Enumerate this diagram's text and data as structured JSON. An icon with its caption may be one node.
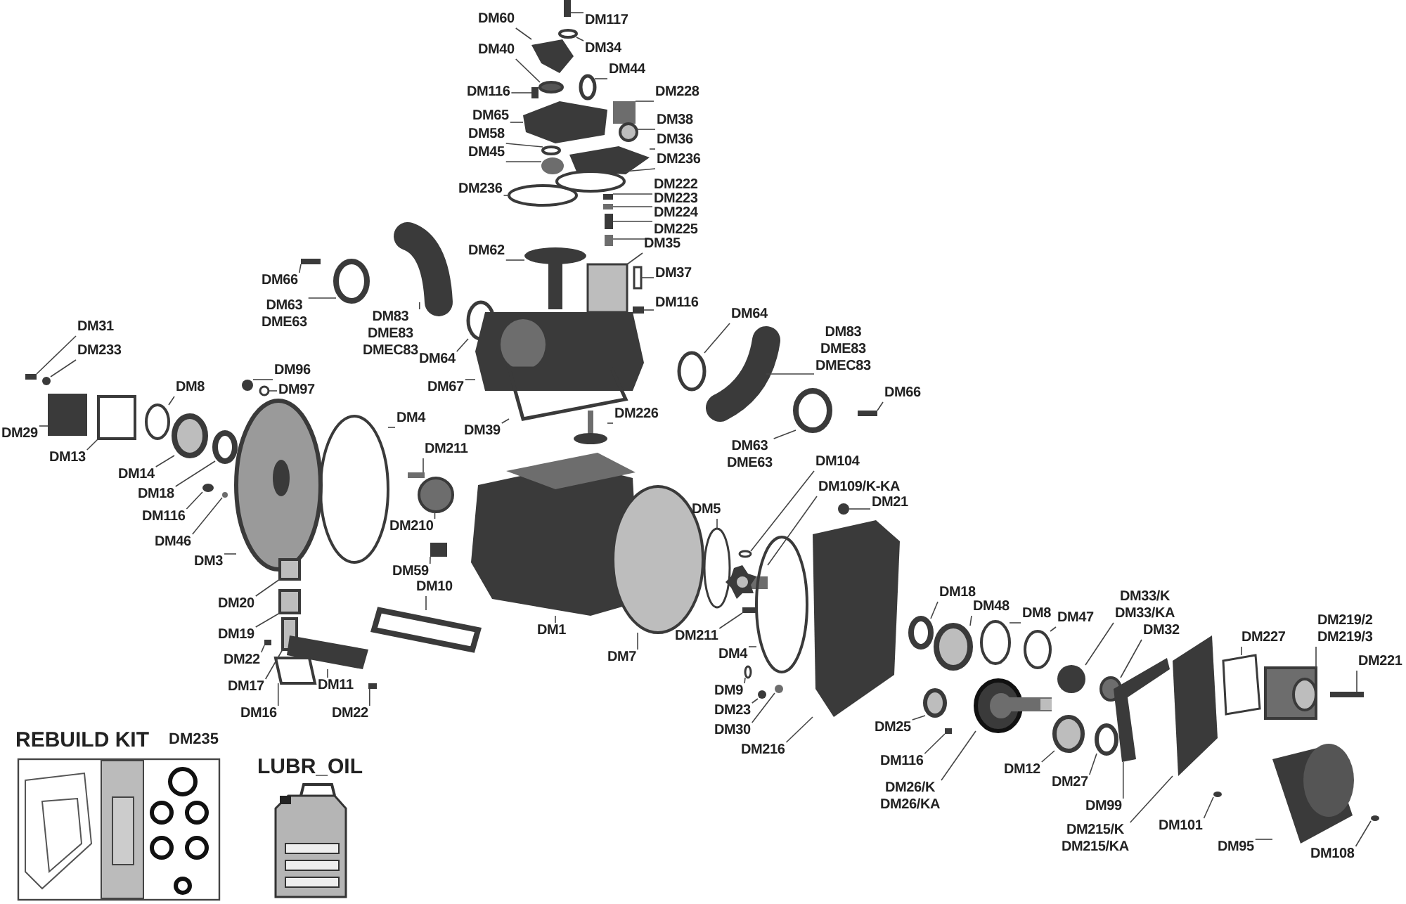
{
  "diagram": {
    "nodes": [
      {
        "text": [
          "DM117"
        ]
      },
      {
        "text": [
          "DM60"
        ]
      },
      {
        "text": [
          "DM34"
        ]
      },
      {
        "text": [
          "DM40"
        ]
      },
      {
        "text": [
          "DM44"
        ]
      },
      {
        "text": [
          "DM116"
        ]
      },
      {
        "text": [
          "DM228"
        ]
      },
      {
        "text": [
          "DM65"
        ]
      },
      {
        "text": [
          "DM38"
        ]
      },
      {
        "text": [
          "DM58"
        ]
      },
      {
        "text": [
          "DM36"
        ]
      },
      {
        "text": [
          "DM45"
        ]
      },
      {
        "text": [
          "DM236"
        ]
      },
      {
        "text": [
          "DM236"
        ]
      },
      {
        "text": [
          "DM222"
        ]
      },
      {
        "text": [
          "DM223"
        ]
      },
      {
        "text": [
          "DM224"
        ]
      },
      {
        "text": [
          "DM225"
        ]
      },
      {
        "text": [
          "DM35"
        ]
      },
      {
        "text": [
          "DM37"
        ]
      },
      {
        "text": [
          "DM62"
        ]
      },
      {
        "text": [
          "DM116"
        ]
      },
      {
        "text": [
          "DM66"
        ]
      },
      {
        "text": [
          "DM63 DME63"
        ]
      },
      {
        "text": [
          "DM83 DME83 DMEC83"
        ]
      },
      {
        "text": [
          "DM64"
        ]
      },
      {
        "text": [
          "DM67"
        ]
      },
      {
        "text": [
          "DM39"
        ]
      },
      {
        "text": [
          "DM226"
        ]
      },
      {
        "text": [
          "DM64"
        ]
      },
      {
        "text": [
          "DM83 DME83 DMEC83"
        ]
      },
      {
        "text": [
          "DM63 DME63"
        ]
      },
      {
        "text": [
          "DM66"
        ]
      },
      {
        "text": [
          "DM31"
        ]
      },
      {
        "text": [
          "DM233"
        ]
      },
      {
        "text": [
          "DM8"
        ]
      },
      {
        "text": [
          "DM96"
        ]
      },
      {
        "text": [
          "DM97"
        ]
      },
      {
        "text": [
          "DM29"
        ]
      },
      {
        "text": [
          "DM4"
        ]
      },
      {
        "text": [
          "DM13"
        ]
      },
      {
        "text": [
          "DM14"
        ]
      },
      {
        "text": [
          "DM18"
        ]
      },
      {
        "text": [
          "DM211"
        ]
      },
      {
        "text": [
          "DM116"
        ]
      },
      {
        "text": [
          "DM46"
        ]
      },
      {
        "text": [
          "DM3"
        ]
      },
      {
        "text": [
          "DM210"
        ]
      },
      {
        "text": [
          "DM59"
        ]
      },
      {
        "text": [
          "DM20"
        ]
      },
      {
        "text": [
          "DM10"
        ]
      },
      {
        "text": [
          "DM19"
        ]
      },
      {
        "text": [
          "DM22"
        ]
      },
      {
        "text": [
          "DM17"
        ]
      },
      {
        "text": [
          "DM11"
        ]
      },
      {
        "text": [
          "DM16"
        ]
      },
      {
        "text": [
          "DM22"
        ]
      },
      {
        "text": [
          "DM1"
        ]
      },
      {
        "text": [
          "DM5"
        ]
      },
      {
        "text": [
          "DM7"
        ]
      },
      {
        "text": [
          "DM104"
        ]
      },
      {
        "text": [
          "DM109/K-KA"
        ]
      },
      {
        "text": [
          "DM21"
        ]
      },
      {
        "text": [
          "DM211"
        ]
      },
      {
        "text": [
          "DM4"
        ]
      },
      {
        "text": [
          "DM9"
        ]
      },
      {
        "text": [
          "DM23"
        ]
      },
      {
        "text": [
          "DM30"
        ]
      },
      {
        "text": [
          "DM216"
        ]
      },
      {
        "text": [
          "DM18"
        ]
      },
      {
        "text": [
          "DM48"
        ]
      },
      {
        "text": [
          "DM8"
        ]
      },
      {
        "text": [
          "DM47"
        ]
      },
      {
        "text": [
          "DM33/K DM33/KA"
        ]
      },
      {
        "text": [
          "DM32"
        ]
      },
      {
        "text": [
          "DM227"
        ]
      },
      {
        "text": [
          "DM219/2 DM219/3"
        ]
      },
      {
        "text": [
          "DM221"
        ]
      },
      {
        "text": [
          "DM25"
        ]
      },
      {
        "text": [
          "DM116"
        ]
      },
      {
        "text": [
          "DM26/K DM26/KA"
        ]
      },
      {
        "text": [
          "DM12"
        ]
      },
      {
        "text": [
          "DM27"
        ]
      },
      {
        "text": [
          "DM99"
        ]
      },
      {
        "text": [
          "DM215/K DM215/KA"
        ]
      },
      {
        "text": [
          "DM101"
        ]
      },
      {
        "text": [
          "DM95"
        ]
      },
      {
        "text": [
          "DM108"
        ]
      },
      {
        "text": [],
        "shape": "box"
      },
      {
        "text": [],
        "shape": "picture"
      },
      {
        "text": [],
        "shape": "circle"
      },
      {
        "text": [],
        "shape": "circle"
      },
      {
        "text": [],
        "shape": "circle"
      },
      {
        "text": [],
        "shape": "box"
      },
      {
        "text": [],
        "shape": "box"
      },
      {
        "text": [],
        "shape": "picture"
      },
      {
        "text": [],
        "shape": "circle"
      },
      {
        "text": [],
        "shape": "circle"
      },
      {
        "text": [],
        "shape": "picture"
      },
      {
        "text": [],
        "shape": "circle"
      },
      {
        "text": [],
        "shape": "circle"
      },
      {
        "text": [],
        "shape": "circle"
      },
      {
        "text": [],
        "shape": "box"
      },
      {
        "text": [],
        "shape": "box"
      },
      {
        "text": [],
        "shape": "box"
      },
      {
        "text": [],
        "shape": "box"
      },
      {
        "text": [],
        "shape": "box"
      },
      {
        "text": [],
        "shape": "box"
      },
      {
        "text": [],
        "shape": "picture"
      },
      {
        "text": [],
        "shape": "box"
      },
      {
        "text": [],
        "shape": "box"
      },
      {
        "text": [],
        "shape": "circle"
      },
      {
        "text": [],
        "shape": "picture"
      },
      {
        "text": [],
        "shape": "circle"
      },
      {
        "text": [],
        "shape": "picture"
      },
      {
        "text": [],
        "shape": "picture"
      },
      {
        "text": [],
        "shape": "picture"
      },
      {
        "text": [],
        "shape": "circle"
      },
      {
        "text": [],
        "shape": "picture"
      },
      {
        "text": [],
        "shape": "circle"
      },
      {
        "text": [],
        "shape": "box"
      },
      {
        "text": [],
        "shape": "box"
      },
      {
        "text": [],
        "shape": "circle"
      },
      {
        "text": [],
        "shape": "circle"
      },
      {
        "text": [],
        "shape": "circle"
      },
      {
        "text": [],
        "shape": "circle"
      },
      {
        "text": [],
        "shape": "box"
      },
      {
        "text": [],
        "shape": "circle"
      },
      {
        "text": [],
        "shape": "box"
      },
      {
        "text": [],
        "shape": "circle"
      },
      {
        "text": [],
        "shape": "circle"
      },
      {
        "text": [],
        "shape": "box"
      },
      {
        "text": [],
        "shape": "circle"
      },
      {
        "text": [],
        "shape": "circle"
      },
      {
        "text": [],
        "shape": "picture"
      },
      {
        "text": [],
        "shape": "circle"
      },
      {
        "text": [],
        "shape": "box"
      },
      {
        "text": [],
        "shape": "box"
      },
      {
        "text": [],
        "shape": "picture"
      },
      {
        "text": [],
        "shape": "box"
      },
      {
        "text": [],
        "shape": "box"
      },
      {
        "text": [],
        "shape": "box"
      },
      {
        "text": [],
        "shape": "picture"
      },
      {
        "text": [],
        "shape": "picture"
      },
      {
        "text": [],
        "shape": "box"
      },
      {
        "text": [],
        "shape": "picture"
      },
      {
        "text": [],
        "shape": "circle"
      },
      {
        "text": [],
        "shape": "circle"
      },
      {
        "text": [],
        "shape": "circle"
      },
      {
        "text": [],
        "shape": "picture"
      },
      {
        "text": [],
        "shape": "circle"
      },
      {
        "text": [],
        "shape": "box"
      },
      {
        "text": [],
        "shape": "circle"
      },
      {
        "text": [],
        "shape": "circle"
      },
      {
        "text": [],
        "shape": "circle"
      },
      {
        "text": [],
        "shape": "circle"
      },
      {
        "text": [],
        "shape": "picture"
      },
      {
        "text": [],
        "shape": "circle"
      },
      {
        "text": [],
        "shape": "circle"
      },
      {
        "text": [],
        "shape": "circle"
      },
      {
        "text": [],
        "shape": "circle"
      },
      {
        "text": [],
        "shape": "circle"
      },
      {
        "text": [],
        "shape": "circle"
      },
      {
        "text": [],
        "shape": "picture"
      },
      {
        "text": [],
        "shape": "picture"
      },
      {
        "text": [],
        "shape": "box"
      },
      {
        "text": [],
        "shape": "circle"
      },
      {
        "text": [],
        "shape": "box"
      },
      {
        "text": [],
        "shape": "picture"
      },
      {
        "text": [],
        "shape": "circle"
      },
      {
        "text": [],
        "shape": "circle"
      },
      {
        "text": [],
        "shape": "picture"
      },
      {
        "text": [],
        "shape": "picture"
      },
      {
        "text": [],
        "shape": "circle"
      },
      {
        "text": [],
        "shape": "picture"
      },
      {
        "text": [],
        "shape": "circle"
      }
    ],
    "edges": [
      {
        "from": 0,
        "to": 88,
        "arrow": "none"
      },
      {
        "from": 1,
        "to": 89,
        "arrow": "none"
      },
      {
        "from": 2,
        "to": 90,
        "arrow": "none"
      },
      {
        "from": 3,
        "to": 91,
        "arrow": "none"
      },
      {
        "from": 4,
        "to": 92,
        "arrow": "none"
      },
      {
        "from": 5,
        "to": 93,
        "arrow": "none"
      },
      {
        "from": 6,
        "to": 94,
        "arrow": "none"
      },
      {
        "from": 7,
        "to": 95,
        "arrow": "none"
      },
      {
        "from": 8,
        "to": 96,
        "arrow": "none"
      },
      {
        "from": 9,
        "to": 97,
        "arrow": "none"
      },
      {
        "from": 10,
        "to": 98,
        "arrow": "none"
      },
      {
        "from": 11,
        "to": 99,
        "arrow": "none"
      },
      {
        "from": 12,
        "to": 100,
        "arrow": "none"
      },
      {
        "from": 13,
        "to": 101,
        "arrow": "none"
      },
      {
        "from": 14,
        "to": 102,
        "arrow": "none"
      },
      {
        "from": 15,
        "to": 103,
        "arrow": "none"
      },
      {
        "from": 16,
        "to": 104,
        "arrow": "none"
      },
      {
        "from": 17,
        "to": 105,
        "arrow": "none"
      },
      {
        "from": 18,
        "to": 106,
        "arrow": "none"
      },
      {
        "from": 19,
        "to": 107,
        "arrow": "none"
      },
      {
        "from": 20,
        "to": 108,
        "arrow": "none"
      },
      {
        "from": 21,
        "to": 109,
        "arrow": "none"
      },
      {
        "from": 22,
        "to": 110,
        "arrow": "none"
      },
      {
        "from": 23,
        "to": 111,
        "arrow": "none"
      },
      {
        "from": 24,
        "to": 112,
        "arrow": "none"
      },
      {
        "from": 25,
        "to": 113,
        "arrow": "none"
      },
      {
        "from": 26,
        "to": 114,
        "arrow": "none"
      },
      {
        "from": 27,
        "to": 115,
        "arrow": "none"
      },
      {
        "from": 28,
        "to": 116,
        "arrow": "none"
      },
      {
        "from": 29,
        "to": 117,
        "arrow": "none"
      },
      {
        "from": 30,
        "to": 118,
        "arrow": "none"
      },
      {
        "from": 31,
        "to": 119,
        "arrow": "none"
      },
      {
        "from": 32,
        "to": 120,
        "arrow": "none"
      },
      {
        "from": 33,
        "to": 121,
        "arrow": "none"
      },
      {
        "from": 34,
        "to": 122,
        "arrow": "none"
      },
      {
        "from": 35,
        "to": 123,
        "arrow": "none"
      },
      {
        "from": 36,
        "to": 124,
        "arrow": "none"
      },
      {
        "from": 37,
        "to": 125,
        "arrow": "none"
      },
      {
        "from": 38,
        "to": 126,
        "arrow": "none"
      },
      {
        "from": 39,
        "to": 127,
        "arrow": "none"
      },
      {
        "from": 40,
        "to": 128,
        "arrow": "none"
      },
      {
        "from": 41,
        "to": 129,
        "arrow": "none"
      },
      {
        "from": 42,
        "to": 130,
        "arrow": "none"
      },
      {
        "from": 43,
        "to": 131,
        "arrow": "none"
      },
      {
        "from": 44,
        "to": 132,
        "arrow": "none"
      },
      {
        "from": 45,
        "to": 133,
        "arrow": "none"
      },
      {
        "from": 46,
        "to": 134,
        "arrow": "none"
      },
      {
        "from": 47,
        "to": 135,
        "arrow": "none"
      },
      {
        "from": 48,
        "to": 136,
        "arrow": "none"
      },
      {
        "from": 49,
        "to": 137,
        "arrow": "none"
      },
      {
        "from": 50,
        "to": 138,
        "arrow": "none"
      },
      {
        "from": 51,
        "to": 139,
        "arrow": "none"
      },
      {
        "from": 52,
        "to": 140,
        "arrow": "none"
      },
      {
        "from": 53,
        "to": 141,
        "arrow": "none"
      },
      {
        "from": 54,
        "to": 142,
        "arrow": "none"
      },
      {
        "from": 55,
        "to": 143,
        "arrow": "none"
      },
      {
        "from": 56,
        "to": 144,
        "arrow": "none"
      },
      {
        "from": 57,
        "to": 145,
        "arrow": "none"
      },
      {
        "from": 58,
        "to": 146,
        "arrow": "none"
      },
      {
        "from": 59,
        "to": 147,
        "arrow": "none"
      },
      {
        "from": 60,
        "to": 148,
        "arrow": "none"
      },
      {
        "from": 61,
        "to": 149,
        "arrow": "none"
      },
      {
        "from": 62,
        "to": 150,
        "arrow": "none"
      },
      {
        "from": 63,
        "to": 151,
        "arrow": "none"
      },
      {
        "from": 64,
        "to": 152,
        "arrow": "none"
      },
      {
        "from": 65,
        "to": 153,
        "arrow": "none"
      },
      {
        "from": 66,
        "to": 154,
        "arrow": "none"
      },
      {
        "from": 67,
        "to": 155,
        "arrow": "none"
      },
      {
        "from": 68,
        "to": 156,
        "arrow": "none"
      },
      {
        "from": 69,
        "to": 157,
        "arrow": "none"
      },
      {
        "from": 70,
        "to": 158,
        "arrow": "none"
      },
      {
        "from": 71,
        "to": 159,
        "arrow": "none"
      },
      {
        "from": 72,
        "to": 160,
        "arrow": "none"
      },
      {
        "from": 73,
        "to": 161,
        "arrow": "none"
      },
      {
        "from": 74,
        "to": 162,
        "arrow": "none"
      },
      {
        "from": 75,
        "to": 163,
        "arrow": "none"
      },
      {
        "from": 76,
        "to": 164,
        "arrow": "none"
      },
      {
        "from": 77,
        "to": 165,
        "arrow": "none"
      },
      {
        "from": 78,
        "to": 166,
        "arrow": "none"
      },
      {
        "from": 79,
        "to": 167,
        "arrow": "none"
      },
      {
        "from": 80,
        "to": 168,
        "arrow": "none"
      },
      {
        "from": 81,
        "to": 169,
        "arrow": "none"
      },
      {
        "from": 82,
        "to": 170,
        "arrow": "none"
      },
      {
        "from": 83,
        "to": 171,
        "arrow": "none"
      },
      {
        "from": 84,
        "to": 172,
        "arrow": "none"
      },
      {
        "from": 85,
        "to": 173,
        "arrow": "none"
      },
      {
        "from": 86,
        "to": 174,
        "arrow": "none"
      },
      {
        "from": 87,
        "to": 175,
        "arrow": "none"
      }
    ],
    "labels": [
      "REBUILD KIT",
      "DM235",
      "LUBR_OIL"
    ]
  }
}
